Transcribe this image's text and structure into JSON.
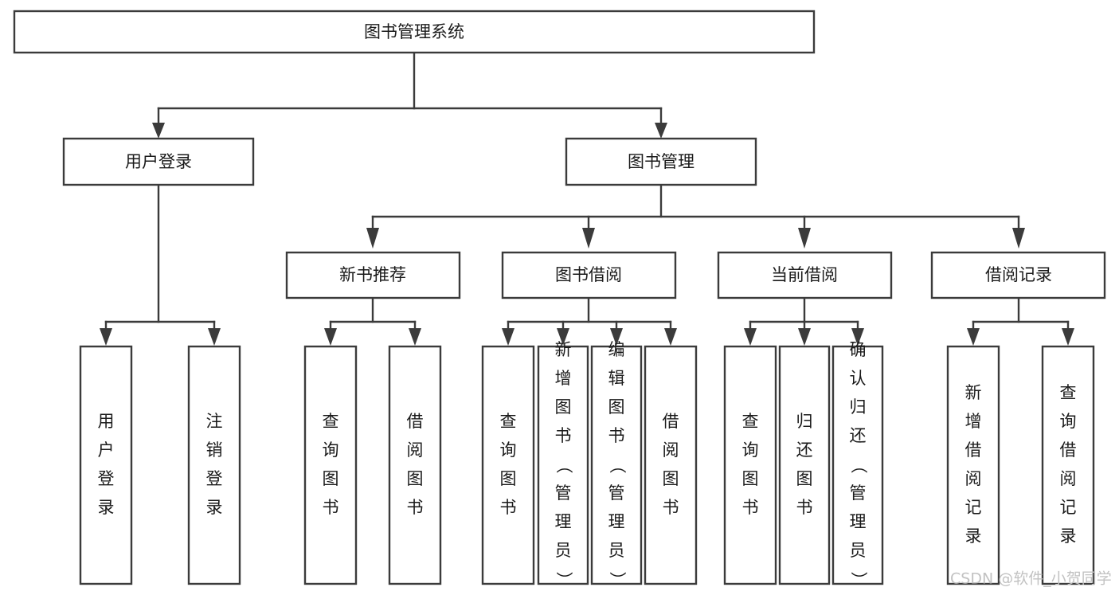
{
  "diagram": {
    "type": "tree-hierarchy-chart",
    "title_text": "图书管理系统",
    "orientation": "top-down",
    "root": {
      "id": "root",
      "label": "图书管理系统",
      "text_orientation": "horizontal"
    },
    "level2": [
      {
        "id": "user-login",
        "label": "用户登录",
        "text_orientation": "horizontal"
      },
      {
        "id": "book-management",
        "label": "图书管理",
        "text_orientation": "horizontal"
      }
    ],
    "level3": [
      {
        "id": "new-book-recommend",
        "label": "新书推荐",
        "parent": "book-management",
        "text_orientation": "horizontal"
      },
      {
        "id": "book-borrow",
        "label": "图书借阅",
        "parent": "book-management",
        "text_orientation": "horizontal"
      },
      {
        "id": "current-borrow",
        "label": "当前借阅",
        "parent": "book-management",
        "text_orientation": "horizontal"
      },
      {
        "id": "borrow-record",
        "label": "借阅记录",
        "parent": "book-management",
        "text_orientation": "horizontal"
      }
    ],
    "leaves": [
      {
        "id": "leaf-user-login",
        "label": "用户登录",
        "parent": "user-login",
        "text_orientation": "vertical"
      },
      {
        "id": "leaf-logout-login",
        "label": "注销登录",
        "parent": "user-login",
        "text_orientation": "vertical"
      },
      {
        "id": "leaf-query-book-1",
        "label": "查询图书",
        "parent": "new-book-recommend",
        "text_orientation": "vertical"
      },
      {
        "id": "leaf-borrow-book-1",
        "label": "借阅图书",
        "parent": "new-book-recommend",
        "text_orientation": "vertical"
      },
      {
        "id": "leaf-query-book-2",
        "label": "查询图书",
        "parent": "book-borrow",
        "text_orientation": "vertical"
      },
      {
        "id": "leaf-add-book",
        "label": "新增图书（管理员）",
        "parent": "book-borrow",
        "text_orientation": "vertical"
      },
      {
        "id": "leaf-edit-book",
        "label": "编辑图书（管理员）",
        "parent": "book-borrow",
        "text_orientation": "vertical"
      },
      {
        "id": "leaf-borrow-book-2",
        "label": "借阅图书",
        "parent": "book-borrow",
        "text_orientation": "vertical"
      },
      {
        "id": "leaf-query-book-3",
        "label": "查询图书",
        "parent": "current-borrow",
        "text_orientation": "vertical"
      },
      {
        "id": "leaf-return-book",
        "label": "归还图书",
        "parent": "current-borrow",
        "text_orientation": "vertical"
      },
      {
        "id": "leaf-confirm-return",
        "label": "确认归还（管理员）",
        "parent": "current-borrow",
        "text_orientation": "vertical"
      },
      {
        "id": "leaf-add-borrow-record",
        "label": "新增借阅记录",
        "parent": "borrow-record",
        "text_orientation": "vertical"
      },
      {
        "id": "leaf-query-borrow-record",
        "label": "查询借阅记录",
        "parent": "borrow-record",
        "text_orientation": "vertical"
      }
    ]
  },
  "watermark": {
    "text": "CSDN @软件_小贺同学"
  },
  "colors": {
    "background": "#ffffff",
    "box_fill": "#ffffff",
    "box_stroke": "#3b3b3b",
    "connector": "#3b3b3b",
    "label_text": "#1a1a1a",
    "watermark_text": "#c2c2c2"
  }
}
